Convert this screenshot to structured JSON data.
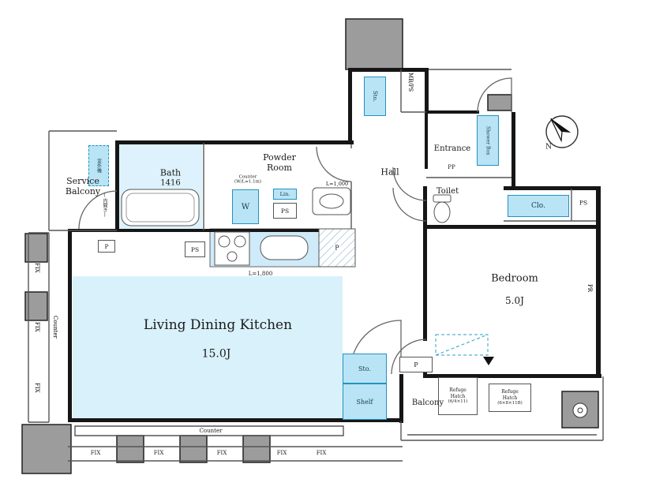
{
  "compass": {
    "label": "N"
  },
  "rooms": {
    "service_balcony": {
      "line1": "Service",
      "line2": "Balcony"
    },
    "bath": {
      "name": "Bath",
      "size": "1416"
    },
    "powder_room": {
      "line1": "Powder",
      "line2": "Room"
    },
    "hall": {
      "name": "Hall"
    },
    "entrance": {
      "name": "Entrance"
    },
    "toilet": {
      "name": "Toilet"
    },
    "bedroom": {
      "name": "Bedroom",
      "size": "5.0J"
    },
    "ldk": {
      "name": "Living Dining Kitchen",
      "size": "15.0J"
    },
    "balcony": {
      "name": "Balcony"
    }
  },
  "fixtures": {
    "sto": "Sto.",
    "shelf": "Shelf",
    "mbps": "MB/PS",
    "shower_box": "Shower Box",
    "pp": "PP",
    "lin": "Lin.",
    "washer": "W",
    "ps": "PS",
    "clo": "Clo.",
    "pr": "PR",
    "p": "P",
    "outdoor_unit": "室外機",
    "door_note": "(内開き)",
    "refuge_hatch": {
      "line1": "Refuge",
      "line2": "Hatch",
      "size1": "(6/4×11)",
      "size2": "(6×8×11B)"
    },
    "counter": "Counter",
    "counter_powder": {
      "line1": "Counter",
      "line2": "(W/L=1.1m)"
    },
    "l1000": "L=1,000",
    "l1800": "L=1,800",
    "fix": "FIX"
  },
  "colors": {
    "room_fill": "#d9f1fb",
    "fixture_fill": "#b9e4f5",
    "wall": "#161616",
    "pillar": "#9c9c9c"
  }
}
